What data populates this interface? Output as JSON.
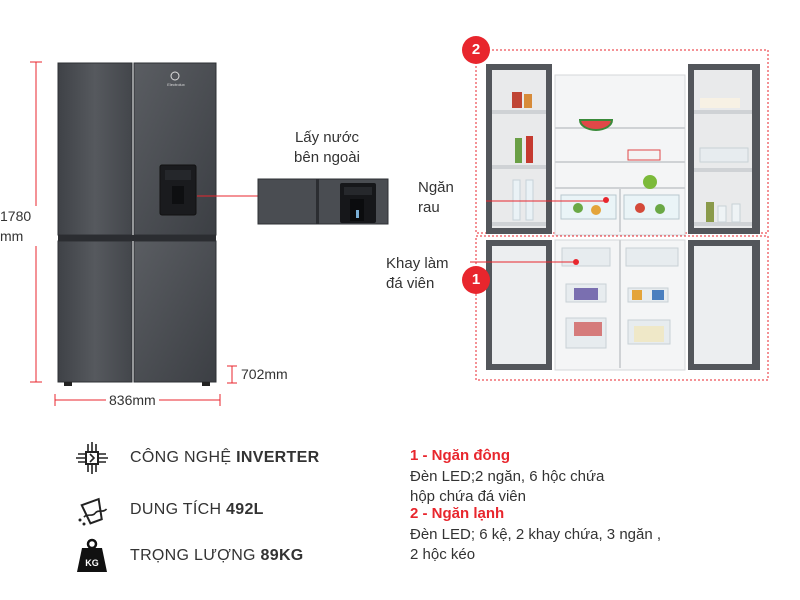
{
  "dimensions": {
    "height_value": "1780",
    "height_unit": "mm",
    "width": "836mm",
    "depth": "702mm"
  },
  "callouts": {
    "water_line1": "Lấy nước",
    "water_line2": "bên ngoài",
    "vegetable_line1": "Ngăn",
    "vegetable_line2": "rau",
    "ice_line1": "Khay làm",
    "ice_line2": "đá viên"
  },
  "badges": {
    "freezer": "1",
    "fridge": "2"
  },
  "features": [
    {
      "icon": "inverter-chip-icon",
      "label": "CÔNG NGHỆ ",
      "value": "INVERTER"
    },
    {
      "icon": "capacity-icon",
      "label": "DUNG TÍCH ",
      "value": "492L"
    },
    {
      "icon": "weight-kg-icon",
      "label": "TRỌNG LƯỢNG ",
      "value": "89KG"
    }
  ],
  "weight_badge_text": "KG",
  "brand_logo_text": "Electrolux",
  "compartments": [
    {
      "title": "1 - Ngăn đông",
      "line1": "Đèn LED;2 ngăn, 6 hộc chứa",
      "line2": "hộp chứa đá viên"
    },
    {
      "title": "2 - Ngăn lạnh",
      "line1": "Đèn LED; 6 kệ, 2 khay chứa, 3 ngăn ,",
      "line2": "2 hộc kéo"
    }
  ],
  "colors": {
    "accent": "#e8262d",
    "fridge_body": "#4a4d52",
    "fridge_interior": "#f2f3f4"
  }
}
